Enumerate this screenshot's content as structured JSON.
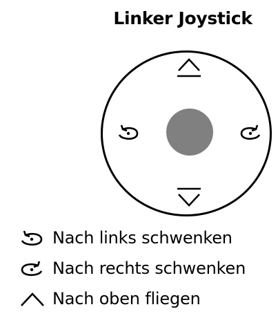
{
  "title": "Linker Joystick",
  "joystick": {
    "knob_color": "#808080",
    "icons": {
      "top": "ascend-arrow-icon",
      "bottom": "descend-arrow-icon",
      "left": "rotate-left-icon",
      "right": "rotate-right-icon"
    }
  },
  "legend": [
    {
      "icon": "rotate-left-icon",
      "label": "Nach links schwenken"
    },
    {
      "icon": "rotate-right-icon",
      "label": "Nach rechts schwenken"
    },
    {
      "icon": "ascend-arrow-icon",
      "label": "Nach oben fliegen"
    }
  ]
}
